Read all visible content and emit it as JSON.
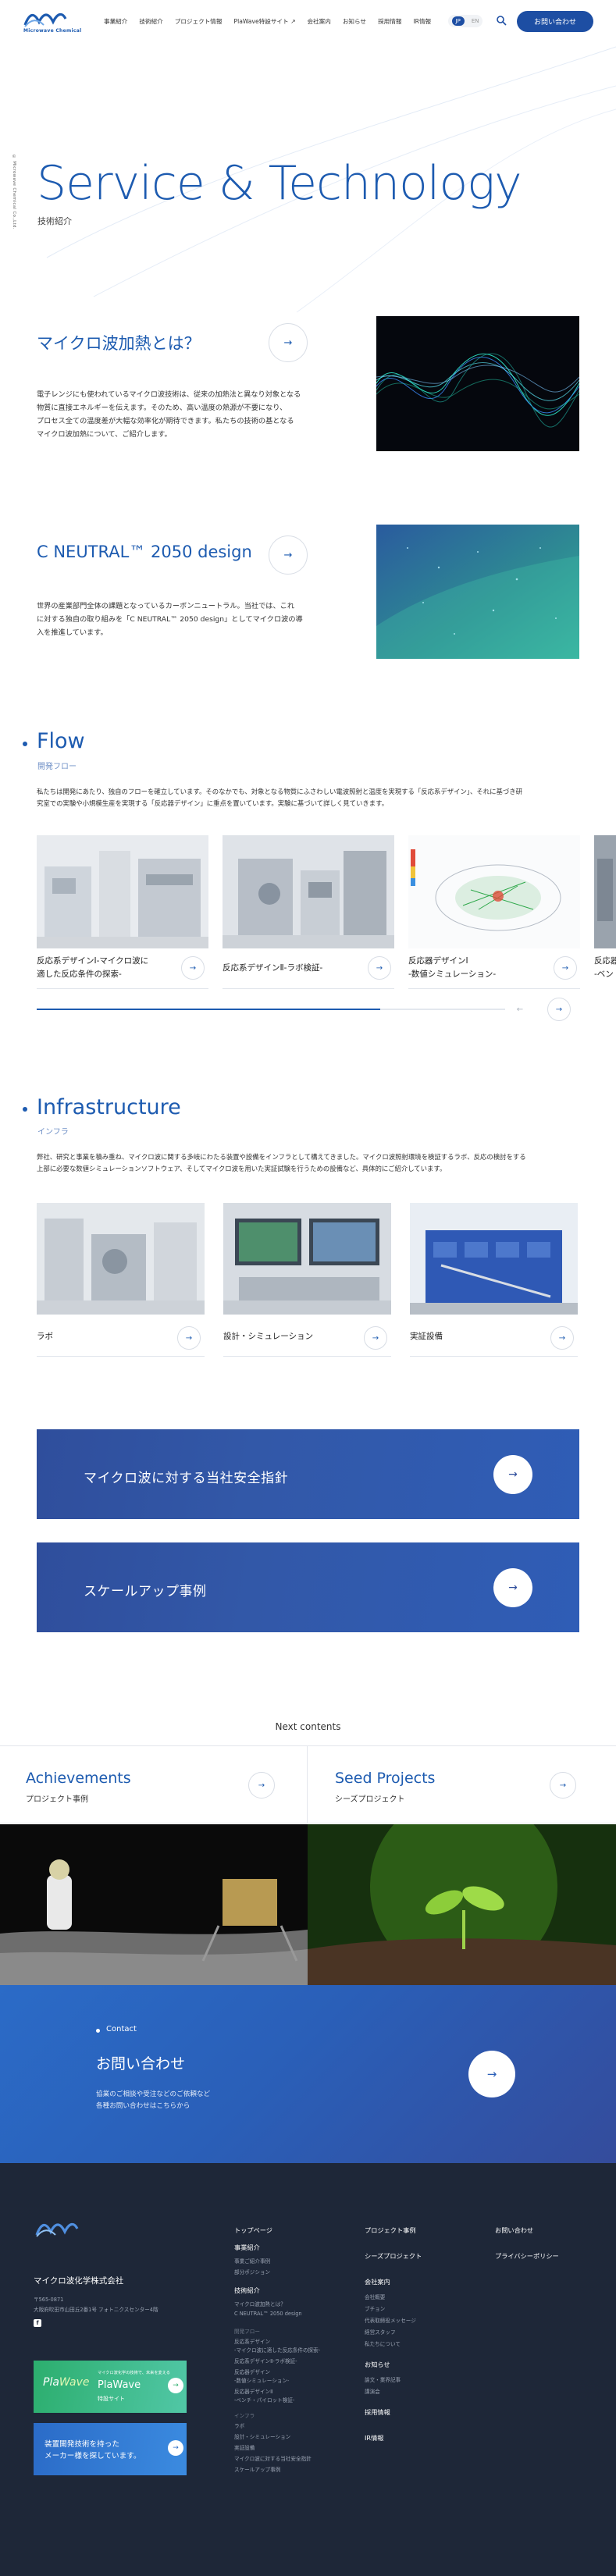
{
  "header": {
    "logo_text": "Microwave Chemical",
    "nav": [
      "事業紹介",
      "技術紹介",
      "プロジェクト情報",
      "PlaWave特設サイト",
      "会社案内",
      "お知らせ",
      "採用情報",
      "IR情報"
    ],
    "lang_ja": "JP",
    "lang_en": "EN",
    "contact_label": "お問い合わせ"
  },
  "side_vertical": "© Microwave Chemical Co.,Ltd.",
  "hero": {
    "title": "Service & Technology",
    "subtitle": "技術紹介"
  },
  "services": [
    {
      "title": "マイクロ波加熱とは？",
      "text": [
        "電子レンジにも使われているマイクロ波技術は、従来の加熱法と異なり対象となる",
        "物質に直接エネルギーを伝えます。そのため、高い温度の熱源が不要になり、",
        "プロセス全ての温度差が大幅な効率化が期待できます。私たちの技術の基となる",
        "マイクロ波加熱について、ご紹介します。"
      ]
    },
    {
      "title": "C NEUTRAL™ 2050 design",
      "text": [
        "世界の産業部門全体の課題となっているカーボンニュートラル。当社では、これ",
        "に対する独自の取り組みを「C NEUTRAL™ 2050 design」としてマイクロ波の導",
        "入を推進しています。"
      ]
    }
  ],
  "flow": {
    "title": "Flow",
    "subtitle": "開発フロー",
    "text": [
      "私たちは開発にあたり、独自のフローを確立しています。そのなかでも、対象となる物質にふさわしい電波照射と温度を実現する「反応系デザイン」、それに基づき研",
      "究室での実験や小規模生産を実現する「反応器デザイン」に重点を置いています。実験に基づいて詳しく見ていきます。"
    ],
    "cards": [
      {
        "label": [
          "反応系デザインⅠ-マイクロ波に",
          "適した反応条件の探索-"
        ]
      },
      {
        "label": [
          "反応系デザインⅡ-ラボ検証-"
        ]
      },
      {
        "label": [
          "反応器デザインⅠ",
          "-数値シミュレーション-"
        ]
      },
      {
        "label": [
          "反応器",
          "-ベン"
        ]
      }
    ],
    "prev": "←",
    "next": "→"
  },
  "infra": {
    "title": "Infrastructure",
    "subtitle": "インフラ",
    "text": [
      "弊社、研究と事業を積み重ね、マイクロ波に関する多岐にわたる装置や設備をインフラとして構えてきました。マイクロ波照射環境を検証するラボ、反応の検討をする",
      "上部に必要な数値シミュレーションソフトウェア、そしてマイクロ波を用いた実証試験を行うための設備など、具体的にご紹介しています。"
    ],
    "cards": [
      {
        "label": "ラボ"
      },
      {
        "label": "設計・シミュレーション"
      },
      {
        "label": "実証設備"
      }
    ]
  },
  "banners": [
    {
      "label": "マイクロ波に対する当社安全指針"
    },
    {
      "label": "スケールアップ事例"
    }
  ],
  "next": {
    "heading": "Next contents",
    "items": [
      {
        "title": "Achievements",
        "sub": "プロジェクト事例"
      },
      {
        "title": "Seed Projects",
        "sub": "シーズプロジェクト"
      }
    ]
  },
  "contact": {
    "label": "Contact",
    "title": "お問い合わせ",
    "text": [
      "協業のご相談や受注などのご依頼など",
      "各種お問い合わせはこちらから"
    ]
  },
  "footer": {
    "company": "マイクロ波化学株式会社",
    "address": [
      "〒565-0871",
      "大阪府吹田市山田丘2番1号 フォトニクスセンター4階"
    ],
    "plawave": {
      "small": "マイクロ波化学の技術で、未来を変える",
      "title": "PlaWave",
      "sub": "特設サイト"
    },
    "recruit": [
      "装置開発技術を持った",
      "メーカー様を探しています。"
    ],
    "col1": {
      "top": "トップページ",
      "biz": "事業紹介",
      "biz_items": [
        "事業ご紹介事例",
        "部分ポジション"
      ],
      "tech": "技術紹介",
      "tech_items": [
        "マイクロ波加熱とは？",
        "C NEUTRAL™ 2050 design"
      ],
      "flow_head": "開発フロー",
      "flow_items": [
        "反応系デザイン",
        "-マイクロ波に適した反応条件の探索-",
        "反応系デザインⅡ-ラボ検証-",
        "反応器デザイン",
        "-数値シミュレーション-",
        "反応器デザインⅡ",
        "-ベンチ・パイロット検証-"
      ],
      "infra_head": "インフラ",
      "infra_items": [
        "ラボ",
        "設計・シミュレーション",
        "実証設備",
        "マイクロ波に対する当社安全指針",
        "スケールアップ事例"
      ]
    },
    "col2": {
      "proj": "プロジェクト事例",
      "seed": "シーズプロジェクト",
      "company": "会社案内",
      "company_items": [
        "会社概要",
        "ブチョン",
        "代表取締役メッセージ",
        "経営スタッフ",
        "私たちについて"
      ],
      "news": "お知らせ",
      "news_items": [
        "論文・業界記事",
        "講演会"
      ],
      "recruit": "採用情報",
      "ir": "IR情報"
    },
    "col3": {
      "contact": "お問い合わせ",
      "privacy": "プライバシーポリシー"
    }
  }
}
